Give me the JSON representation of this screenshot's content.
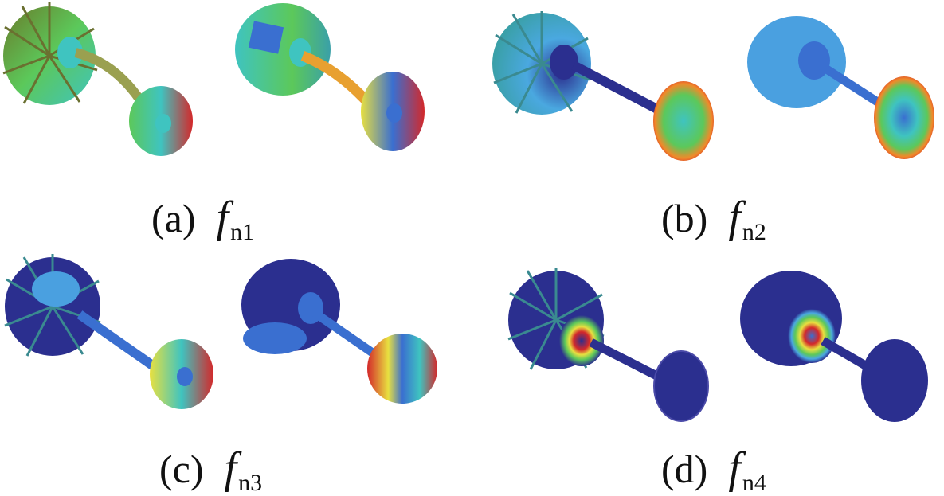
{
  "panels": [
    {
      "id": "a",
      "label": "(a)",
      "symbol": "f",
      "subscript": "n1"
    },
    {
      "id": "b",
      "label": "(b)",
      "symbol": "f",
      "subscript": "n2"
    },
    {
      "id": "c",
      "label": "(c)",
      "symbol": "f",
      "subscript": "n3"
    },
    {
      "id": "d",
      "label": "(d)",
      "symbol": "f",
      "subscript": "n4"
    }
  ],
  "colors": {
    "deep_blue": "#2b2f8f",
    "blue": "#3a6fd0",
    "light_blue": "#4aa8e0",
    "cyan": "#3fc4c0",
    "green": "#5cc85a",
    "yellow": "#e8e040",
    "orange": "#f08a2a",
    "red": "#d4282a"
  }
}
